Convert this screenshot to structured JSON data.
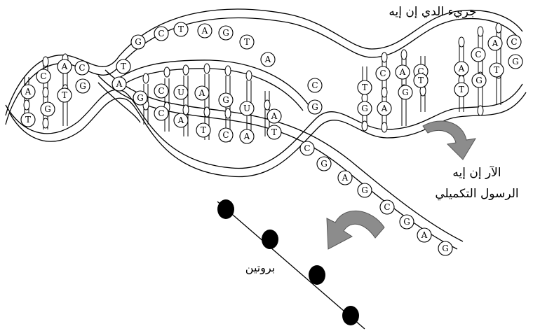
{
  "labels": {
    "dna": "جزيء الدي إن إيه",
    "rna_line1": "الآر إن إيه",
    "rna_line2": "الرسول التكميلي",
    "protein": "بروتين"
  },
  "bases": {
    "upper_strand": [
      "G",
      "C",
      "T",
      "A",
      "G",
      "T",
      "A"
    ],
    "inner_mid_top": [
      "G",
      "C",
      "U",
      "A",
      "G",
      "U",
      "A"
    ],
    "inner_mid_bottom": [
      "C",
      "A",
      "T",
      "C",
      "A",
      "T"
    ],
    "left_loop": [
      "C",
      "A",
      "C",
      "A",
      "T",
      "G",
      "T",
      "G"
    ],
    "right_loop_a": [
      "T",
      "C",
      "A",
      "C",
      "G",
      "A",
      "G",
      "T"
    ],
    "right_loop_b": [
      "A",
      "C",
      "A",
      "C",
      "T",
      "G",
      "T",
      "G"
    ],
    "mid_cg": [
      "C",
      "G"
    ],
    "left_junction": [
      "T",
      "A"
    ],
    "rna_tail": [
      "C",
      "G",
      "A",
      "G",
      "C",
      "G",
      "A",
      "G"
    ]
  },
  "colors": {
    "line": "#000000",
    "arrow_fill": "#8c8c8c",
    "arrow_stroke": "#555555",
    "protein_bead": "#000000"
  }
}
